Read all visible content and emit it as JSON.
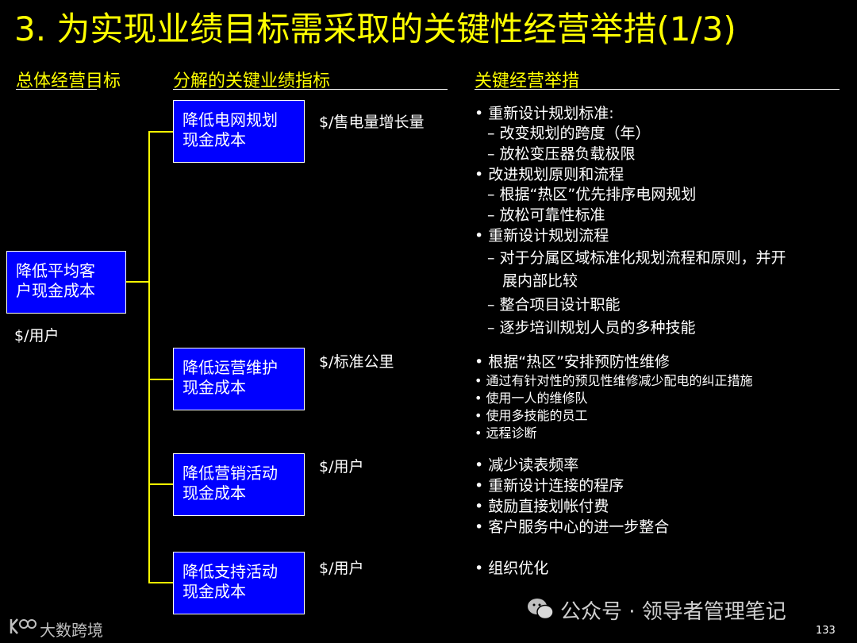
{
  "title": "3. 为实现业绩目标需采取的关键性经营举措(1/3)",
  "columns": {
    "overall": "总体经营目标",
    "indicators": "分解的关键业绩指标",
    "measures": "关键经营举措"
  },
  "root": {
    "line1": "降低平均客",
    "line2": "户现金成本",
    "metric": "$/用户"
  },
  "branches": [
    {
      "line1": "降低电网规划",
      "line2": "现金成本",
      "metric": "$/售电量增长量",
      "measures": [
        "• 重新设计规划标准:",
        "– 改变规划的跨度（年）",
        "– 放松变压器负载极限",
        "• 改进规划原则和流程",
        "– 根据“热区”优先排序电网规划",
        "– 放松可靠性标准",
        "• 重新设计规划流程",
        "– 对于分属区域标准化规划流程和原则，并开",
        "展内部比较",
        "– 整合项目设计职能",
        "– 逐步培训规划人员的多种技能"
      ]
    },
    {
      "line1": "降低运营维护",
      "line2": "现金成本",
      "metric": "$/标准公里",
      "measures": [
        "• 根据“热区”安排预防性维修",
        "• 通过有针对性的预见性维修减少配电的纠正措施",
        "• 使用一人的维修队",
        "• 使用多技能的员工",
        "• 远程诊断"
      ]
    },
    {
      "line1": "降低营销活动",
      "line2": "现金成本",
      "metric": "$/用户",
      "measures": [
        "• 减少读表频率",
        "• 重新设计连接的程序",
        "• 鼓励直接划帐付费",
        "• 客户服务中心的进一步整合"
      ]
    },
    {
      "line1": "降低支持活动",
      "line2": "现金成本",
      "metric": "$/用户",
      "measures": [
        "• 组织优化"
      ]
    }
  ],
  "footer": {
    "wechat": "公众号 · 领导者管理笔记",
    "logo": "大数跨境",
    "page": "133"
  },
  "colors": {
    "title": "#ffff00",
    "box": "#0000ff",
    "connector": "#ffff00",
    "background": "#000000"
  }
}
